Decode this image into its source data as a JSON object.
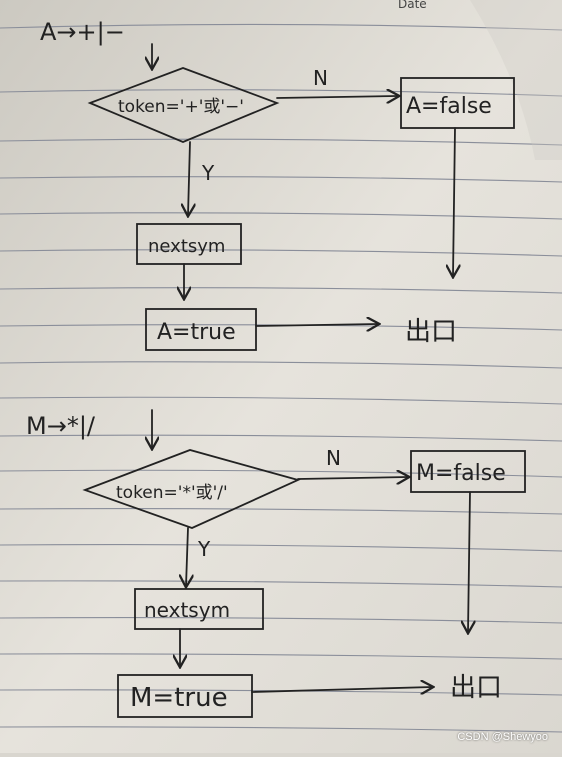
{
  "colors": {
    "paper": "#e4e1da",
    "ruled_line": "#8a8e9a",
    "ink": "#222222",
    "margin_line": "#b9b6b0"
  },
  "header_scrap": {
    "text": "Date"
  },
  "diagrams": [
    {
      "rule": "A→+|−",
      "decision": "token='+'或'−'",
      "no_label": "N",
      "yes_label": "Y",
      "false_box": "A=false",
      "nextsym_box": "nextsym",
      "true_box": "A=true",
      "exit": "出口"
    },
    {
      "rule": "M→*|/",
      "decision": "token='*'或'/'",
      "no_label": "N",
      "yes_label": "Y",
      "false_box": "M=false",
      "nextsym_box": "nextsym",
      "true_box": "M=true",
      "exit": "出口"
    }
  ],
  "watermark": "CSDN @Shewyoo"
}
